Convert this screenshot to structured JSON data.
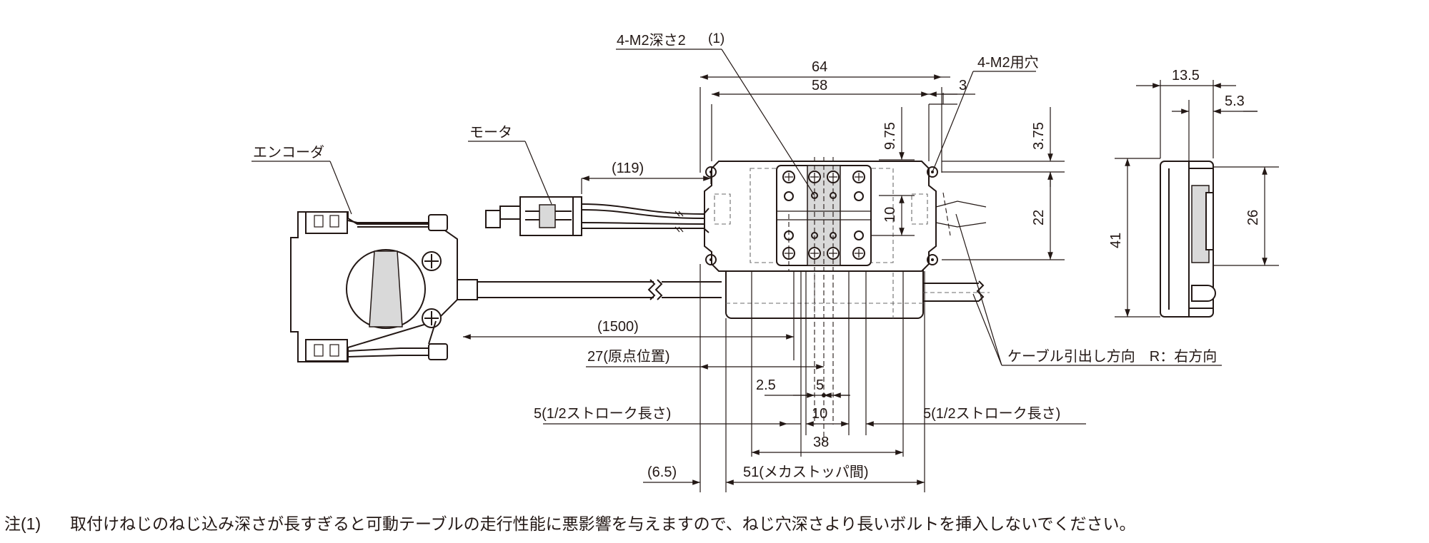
{
  "labels": {
    "mount_holes": "4-M2深さ2",
    "mount_holes_ref": "(1)",
    "bolt_holes": "4-M2用穴",
    "motor": "モータ",
    "encoder": "エンコーダ",
    "cable_dir": "ケーブル引出し方向　R：右方向"
  },
  "dims": {
    "d64": "64",
    "d58": "58",
    "d3": "3",
    "d975": "9.75",
    "d375": "3.75",
    "d119": "(119)",
    "d10v": "10",
    "d22": "22",
    "d1500": "(1500)",
    "d27": "27(原点位置)",
    "d25": "2.5",
    "d5": "5",
    "d10": "10",
    "d5half_left": "5(1/2ストローク長さ)",
    "d5half_right": "5(1/2ストローク長さ)",
    "d38": "38",
    "d65": "(6.5)",
    "d51": "51(メカストッパ間)",
    "d135": "13.5",
    "d53": "5.3",
    "d41": "41",
    "d26": "26"
  },
  "note": {
    "prefix": "注(1)",
    "text": "取付けねじのねじ込み深さが長すぎると可動テーブルの走行性能に悪影響を与えますので、ねじ穴深さより長いボルトを挿入しないでください。"
  }
}
